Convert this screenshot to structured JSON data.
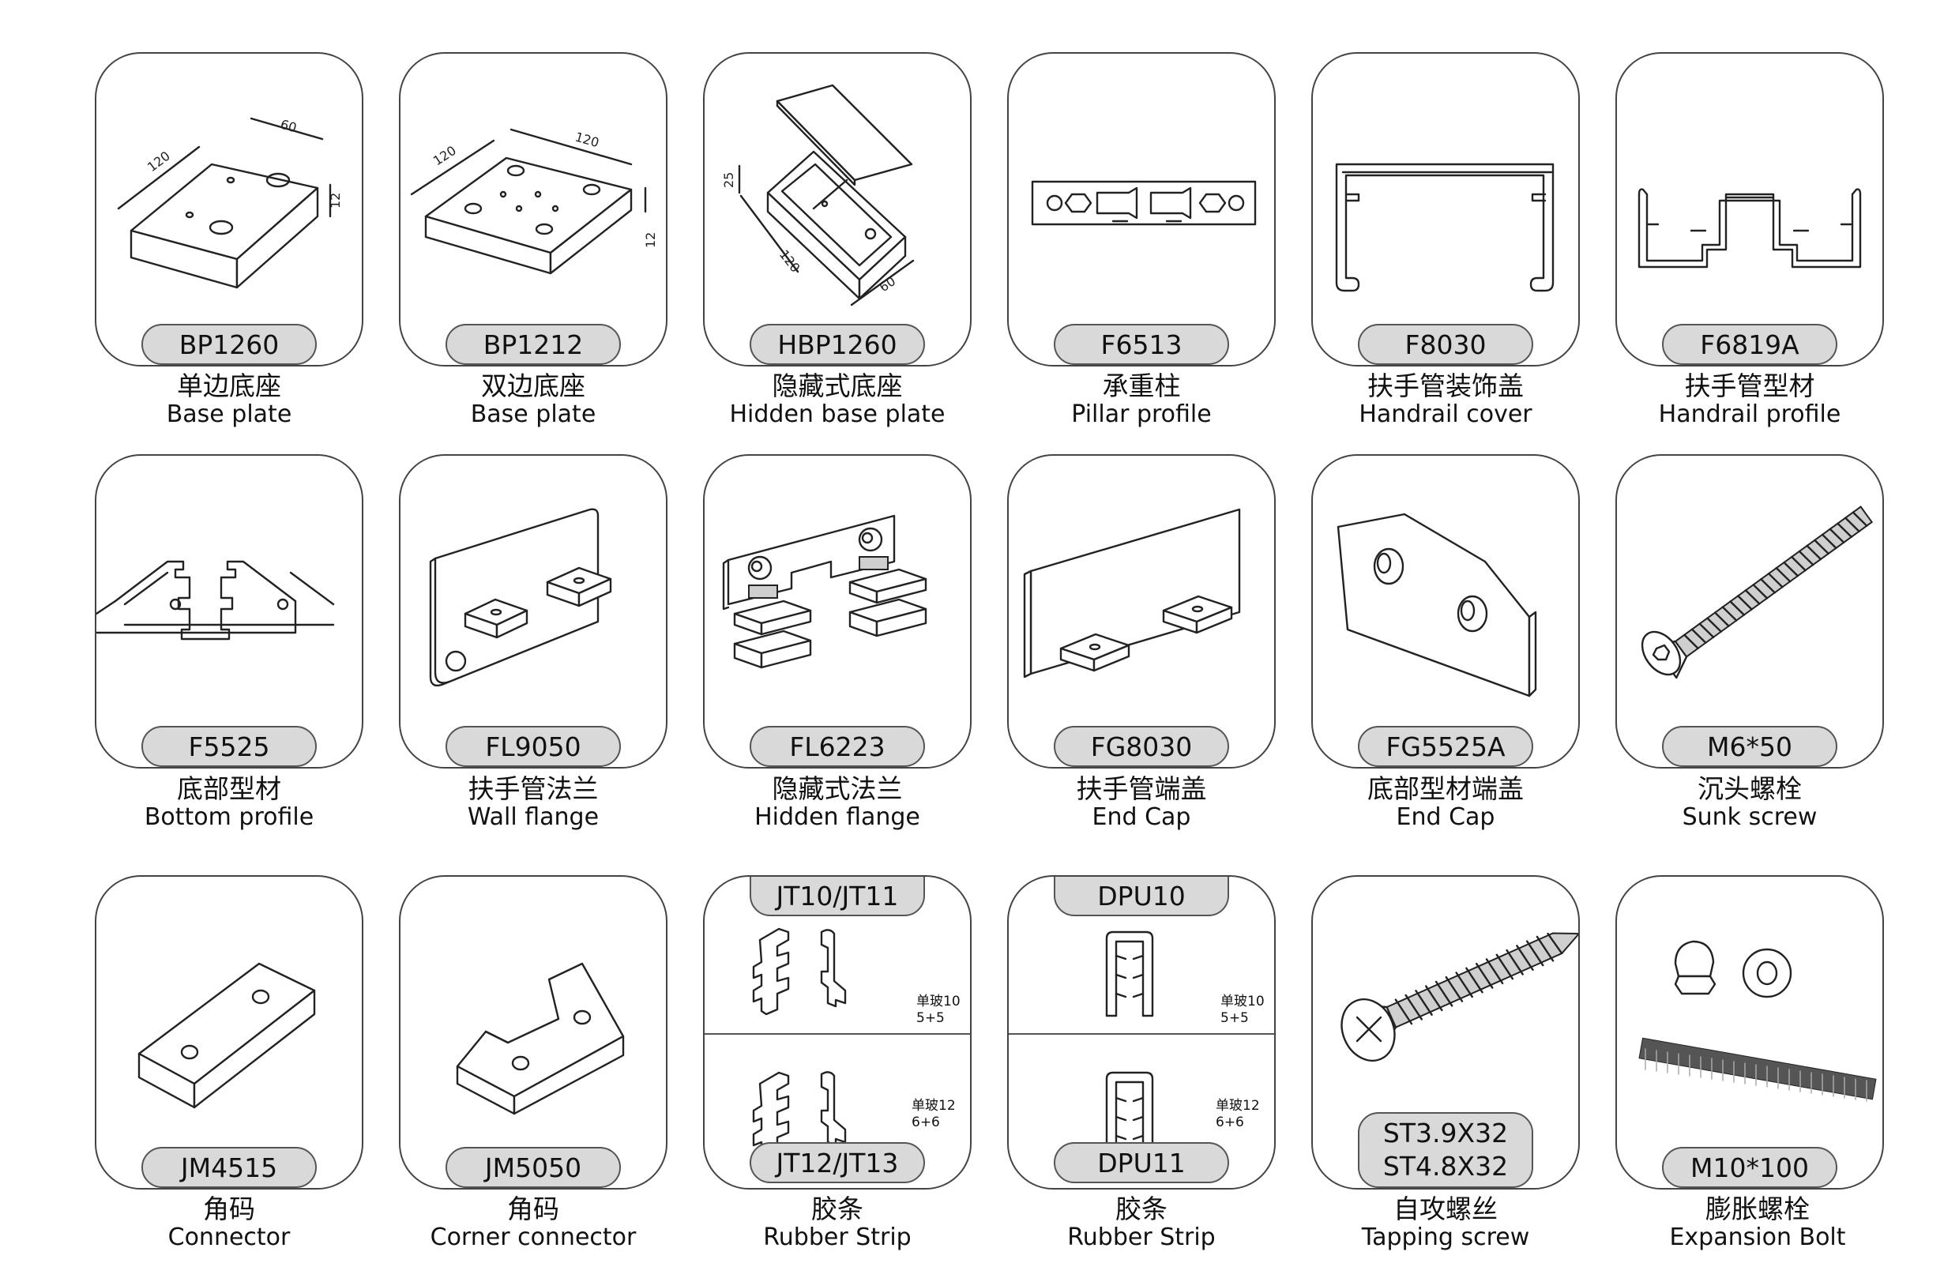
{
  "items": [
    {
      "code": "BP1260",
      "cn": "单边底座",
      "en": "Base plate",
      "dims": [
        "120",
        "60",
        "12"
      ]
    },
    {
      "code": "BP1212",
      "cn": "双边底座",
      "en": "Base plate",
      "dims": [
        "120",
        "120",
        "12"
      ]
    },
    {
      "code": "HBP1260",
      "cn": "隐藏式底座",
      "en": "Hidden base plate",
      "dims": [
        "25",
        "120",
        "60"
      ]
    },
    {
      "code": "F6513",
      "cn": "承重柱",
      "en": "Pillar profile"
    },
    {
      "code": "F8030",
      "cn": "扶手管装饰盖",
      "en": "Handrail cover"
    },
    {
      "code": "F6819A",
      "cn": "扶手管型材",
      "en": "Handrail profile"
    },
    {
      "code": "F5525",
      "cn": "底部型材",
      "en": "Bottom profile"
    },
    {
      "code": "FL9050",
      "cn": "扶手管法兰",
      "en": "Wall flange"
    },
    {
      "code": "FL6223",
      "cn": "隐藏式法兰",
      "en": "Hidden flange"
    },
    {
      "code": "FG8030",
      "cn": "扶手管端盖",
      "en": "End Cap"
    },
    {
      "code": "FG5525A",
      "cn": "底部型材端盖",
      "en": "End Cap"
    },
    {
      "code": "M6*50",
      "cn": "沉头螺栓",
      "en": "Sunk screw"
    },
    {
      "code": "JM4515",
      "cn": "角码",
      "en": "Connector"
    },
    {
      "code": "JM5050",
      "cn": "角码",
      "en": "Corner connector"
    },
    {
      "code_top": "JT10/JT11",
      "code_bottom": "JT12/JT13",
      "cn": "胶条",
      "en": "Rubber Strip",
      "note_top": [
        "单玻10",
        "5+5"
      ],
      "note_bottom": [
        "单玻12",
        "6+6"
      ]
    },
    {
      "code_top": "DPU10",
      "code_bottom": "DPU11",
      "cn": "胶条",
      "en": "Rubber Strip",
      "note_top": [
        "单玻10",
        "5+5"
      ],
      "note_bottom": [
        "单玻12",
        "6+6"
      ]
    },
    {
      "code_lines": [
        "ST3.9X32",
        "ST4.8X32"
      ],
      "cn": "自攻螺丝",
      "en": "Tapping screw"
    },
    {
      "code": "M10*100",
      "cn": "膨胀螺栓",
      "en": "Expansion Bolt"
    }
  ]
}
